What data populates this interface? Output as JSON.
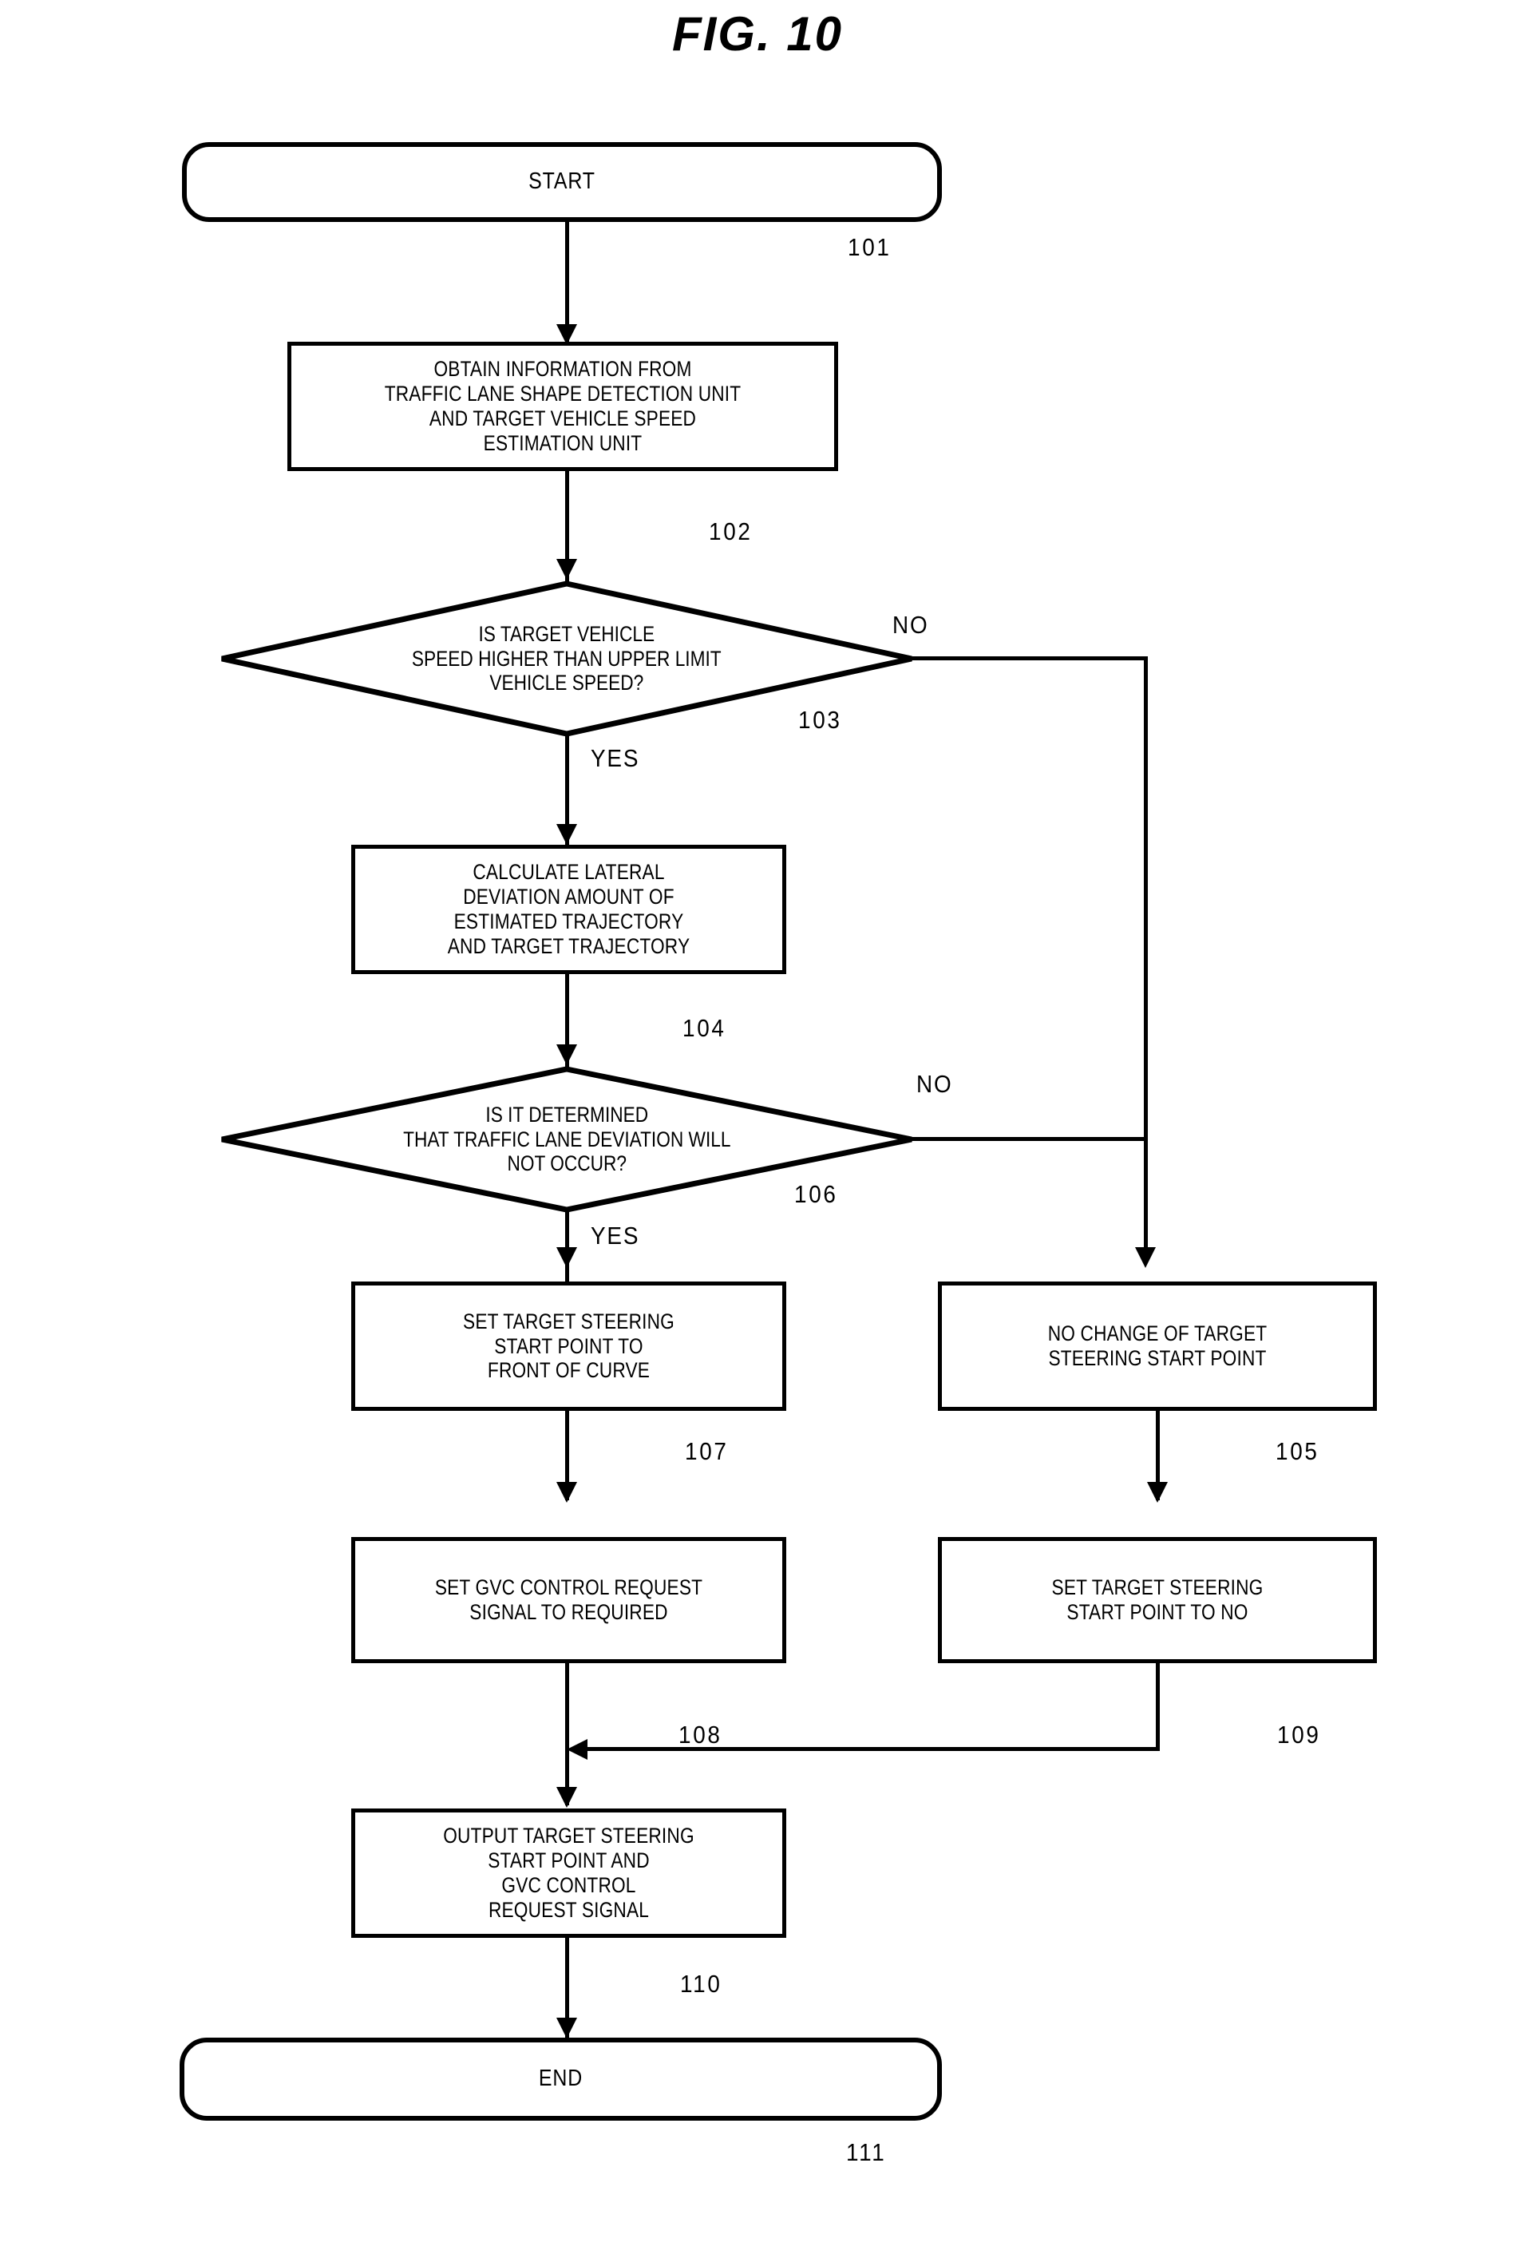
{
  "figure": {
    "title": "FIG. 10",
    "type": "flowchart"
  },
  "nodes": {
    "start": {
      "label": "START",
      "ref": "101",
      "shape": "terminator"
    },
    "s102": {
      "label": "OBTAIN INFORMATION FROM\nTRAFFIC LANE SHAPE DETECTION UNIT\nAND TARGET VEHICLE SPEED\nESTIMATION UNIT",
      "ref": "102",
      "shape": "process"
    },
    "s103": {
      "label": "IS TARGET VEHICLE\nSPEED HIGHER THAN UPPER LIMIT\nVEHICLE SPEED?",
      "ref": "103",
      "shape": "decision"
    },
    "s104": {
      "label": "CALCULATE LATERAL\nDEVIATION AMOUNT OF\nESTIMATED TRAJECTORY\nAND TARGET TRAJECTORY",
      "ref": "104",
      "shape": "process"
    },
    "s106": {
      "label": "IS IT DETERMINED\nTHAT TRAFFIC LANE DEVIATION WILL\nNOT OCCUR?",
      "ref": "106",
      "shape": "decision"
    },
    "s107": {
      "label": "SET TARGET STEERING\nSTART POINT TO\nFRONT OF CURVE",
      "ref": "107",
      "shape": "process"
    },
    "s105": {
      "label": "NO CHANGE OF TARGET\nSTEERING START POINT",
      "ref": "105",
      "shape": "process"
    },
    "s108": {
      "label": "SET GVC CONTROL REQUEST\nSIGNAL TO REQUIRED",
      "ref": "108",
      "shape": "process"
    },
    "s109": {
      "label": "SET TARGET STEERING\nSTART POINT TO NO",
      "ref": "109",
      "shape": "process"
    },
    "s110": {
      "label": "OUTPUT TARGET STEERING\nSTART POINT AND\nGVC CONTROL\nREQUEST SIGNAL",
      "ref": "110",
      "shape": "process"
    },
    "end": {
      "label": "END",
      "ref": "111",
      "shape": "terminator"
    }
  },
  "branch_labels": {
    "no_103": "NO",
    "yes_103": "YES",
    "no_106": "NO",
    "yes_106": "YES"
  },
  "colors": {
    "stroke": "#000000",
    "background": "#ffffff"
  }
}
